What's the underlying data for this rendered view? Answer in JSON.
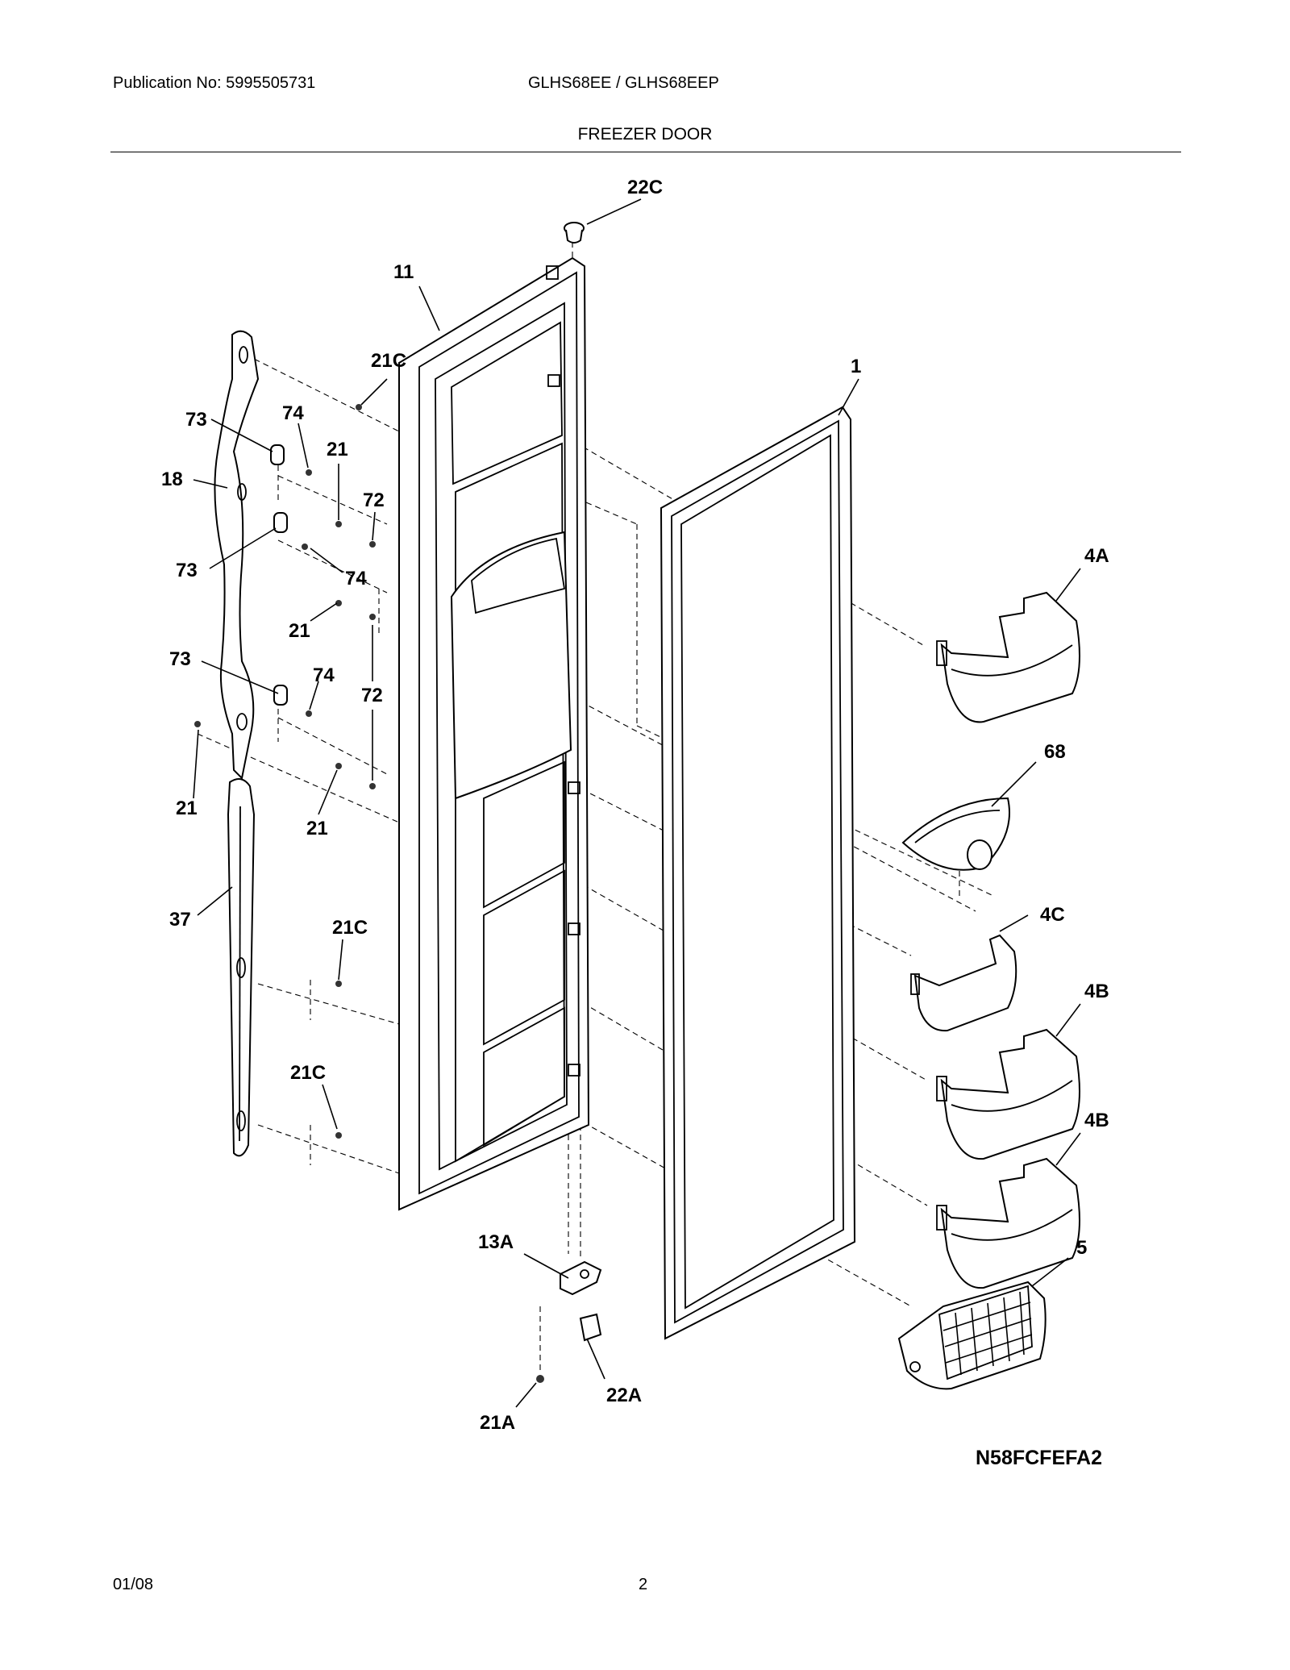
{
  "header": {
    "publication": "Publication No: 5995505731",
    "models": "GLHS68EE / GLHS68EEP",
    "section": "FREEZER DOOR"
  },
  "callouts": {
    "c22c": "22C",
    "c11": "11",
    "c21c_top": "21C",
    "c1": "1",
    "c73_a": "73",
    "c74_a": "74",
    "c21_a": "21",
    "c72_a": "72",
    "c18": "18",
    "c73_b": "73",
    "c74_b": "74",
    "c21_b": "21",
    "c73_c": "73",
    "c74_c": "74",
    "c72_b": "72",
    "c21_c": "21",
    "c21_d": "21",
    "c37": "37",
    "c21c_mid": "21C",
    "c21c_low": "21C",
    "c4a": "4A",
    "c68": "68",
    "c4c": "4C",
    "c4b_a": "4B",
    "c4b_b": "4B",
    "c5": "5",
    "c13a": "13A",
    "c22a": "22A",
    "c21a": "21A"
  },
  "drawing_code": "N58FCFEFA2",
  "footer": {
    "date": "01/08",
    "page": "2"
  }
}
